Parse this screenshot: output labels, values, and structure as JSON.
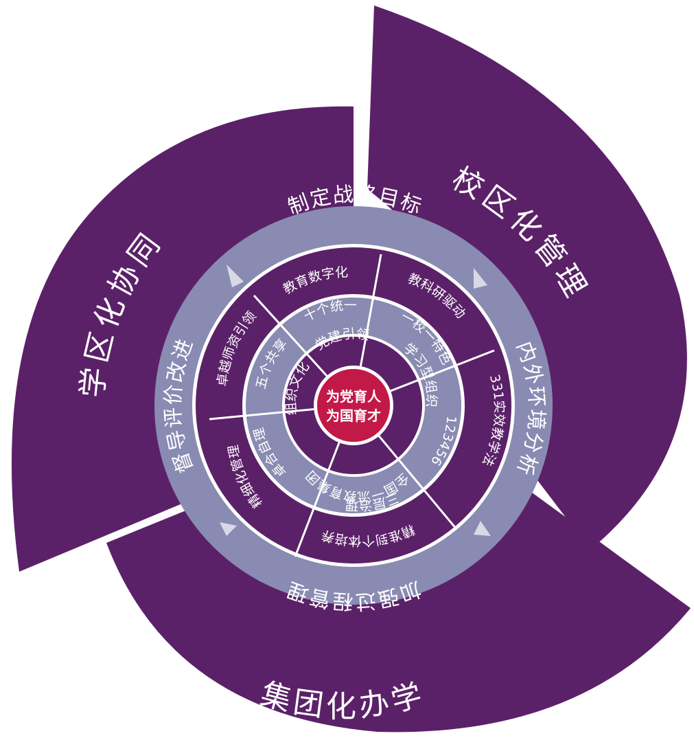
{
  "colors": {
    "dark_purple": "#5b2168",
    "ring_lavender": "#8a8bb2",
    "ring_light": "#b1b2cf",
    "center_crimson": "#c31948",
    "arrow": "#d9d9e6"
  },
  "outer_sectors": {
    "top_right": "校区化管理",
    "left": "学区化协同",
    "bottom": "集团化办学"
  },
  "ring1": {
    "top": "制定战略目标",
    "right": "内外环境分析",
    "bottom": "加强过程管理",
    "left": "督导评价改进"
  },
  "ring2": {
    "s1": "教育数字化",
    "s2": "教科研驱动",
    "s3": "331实效教学法",
    "s4": "精准到个体培养",
    "s5": "精细化管理",
    "s6": "卓越师资引领"
  },
  "ring3": {
    "s1": "十个统一",
    "s2": "一校一特色",
    "s3": "123456",
    "s4": "三层治理",
    "s5": "卓合自理",
    "s6": "五个共享"
  },
  "ring4": {
    "s1": "党建引领",
    "s2": "学习型组织",
    "s3": "全国一流教育集团",
    "s4": "组织文化"
  },
  "center": {
    "line1": "为党育人",
    "line2": "为国育才"
  }
}
